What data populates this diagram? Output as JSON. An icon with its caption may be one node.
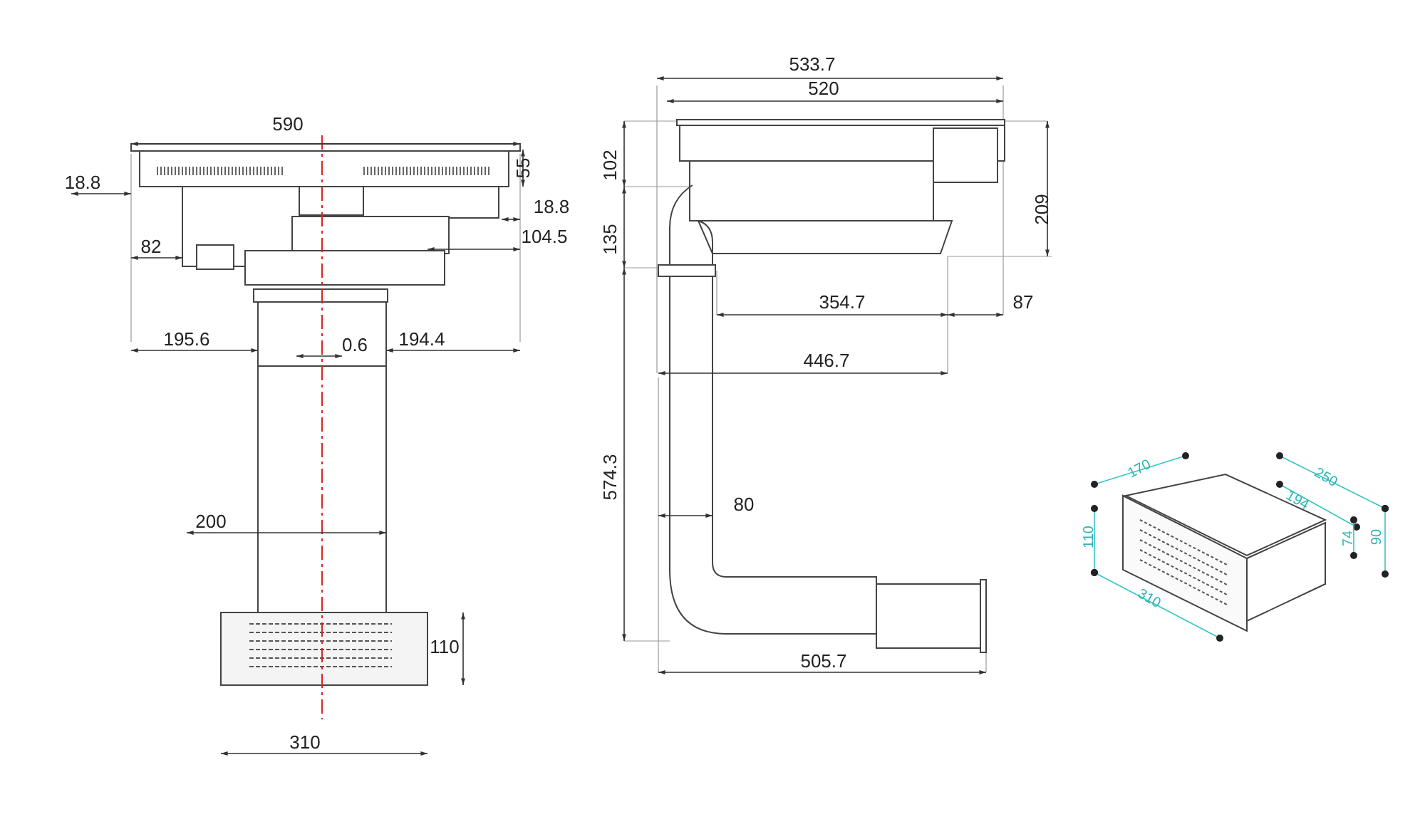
{
  "diagram": {
    "labels": [
      "590",
      "533.7",
      "520",
      "55",
      "102",
      "18.8",
      "18.8",
      "209",
      "82",
      "104.5",
      "135",
      "354.7",
      "87",
      "195.6",
      "0.6",
      "194.4",
      "446.7",
      "170",
      "250",
      "194",
      "574.3",
      "80",
      "200",
      "110",
      "74",
      "90",
      "110",
      "310",
      "505.7",
      "310"
    ]
  }
}
